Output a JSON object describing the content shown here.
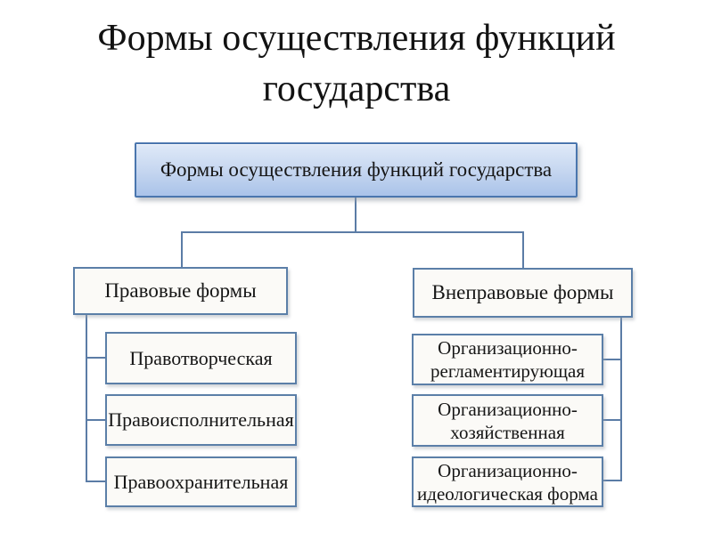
{
  "title": {
    "full": "Формы осуществления функций государства",
    "line1": "Формы осуществления функций",
    "line2": "государства"
  },
  "tree": {
    "root": {
      "label": "Формы осуществления функций государства"
    },
    "left": {
      "label": "Правовые формы",
      "children": [
        {
          "label": "Правотворческая"
        },
        {
          "label": "Правоисполнительная"
        },
        {
          "label": "Правоохранительная"
        }
      ]
    },
    "right": {
      "label": "Внеправовые формы",
      "children": [
        {
          "label": "Организационно-регламентирующая",
          "lines": [
            "Организационно-",
            "регламентирующая"
          ]
        },
        {
          "label": "Организационно-хозяйственная",
          "lines": [
            "Организационно-",
            "хозяйственная"
          ]
        },
        {
          "label": "Организационно-идеологическая форма",
          "lines": [
            "Организационно-",
            "идеологическая форма"
          ]
        }
      ]
    }
  },
  "colors": {
    "root_border": "#4a76ae",
    "root_fill_top": "#dfe9f8",
    "root_fill_bottom": "#aac3e9",
    "box_border": "#5b7fa8",
    "box_fill": "#fbfaf7",
    "connector": "#5b7ca6",
    "text": "#161616",
    "background": "#ffffff"
  }
}
